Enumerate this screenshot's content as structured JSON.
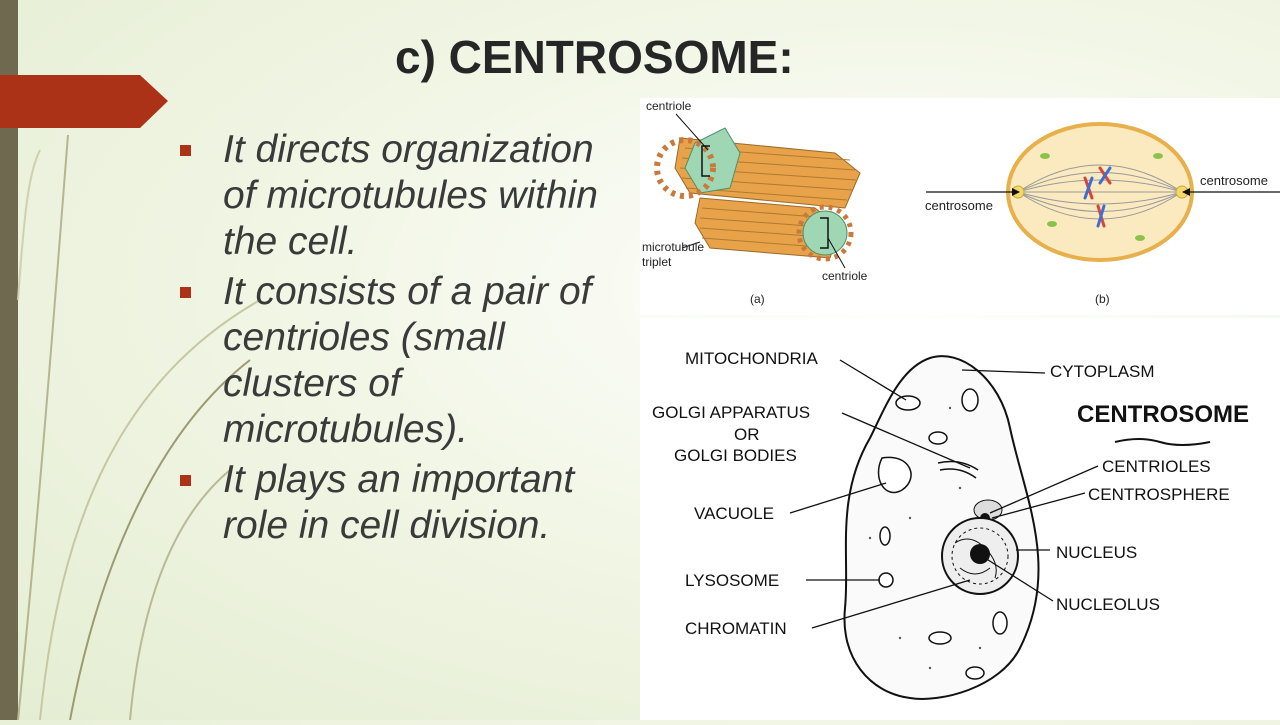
{
  "slide": {
    "title": "c) CENTROSOME:",
    "bullets": [
      "It directs organization of microtubules within the cell.",
      "It consists of a pair of centrioles (small clusters of microtubules).",
      "It plays an important role in cell division."
    ]
  },
  "figure_top": {
    "label_centriole_top": "centriole",
    "label_microtubule_1": "microtubule",
    "label_microtubule_2": "triplet",
    "label_centriole_bottom": "centriole",
    "label_centrosome_left": "centrosome",
    "label_centrosome_right": "centrosome",
    "caption_a": "(a)",
    "caption_b": "(b)"
  },
  "figure_bottom": {
    "heading": "CENTROSOME",
    "labels": {
      "mitochondria": "MITOCHONDRIA",
      "golgi_1": "GOLGI APPARATUS",
      "golgi_2": "OR",
      "golgi_3": "GOLGI BODIES",
      "vacuole": "VACUOLE",
      "lysosome": "LYSOSOME",
      "chromatin": "CHROMATIN",
      "cytoplasm": "CYTOPLASM",
      "centrioles": "CENTRIOLES",
      "centrosphere": "CENTROSPHERE",
      "nucleus": "NUCLEUS",
      "nucleolus": "NUCLEOLUS"
    }
  },
  "colors": {
    "accent": "#ab3217",
    "side_bar": "#6f6950",
    "text": "#3a3a3a"
  }
}
